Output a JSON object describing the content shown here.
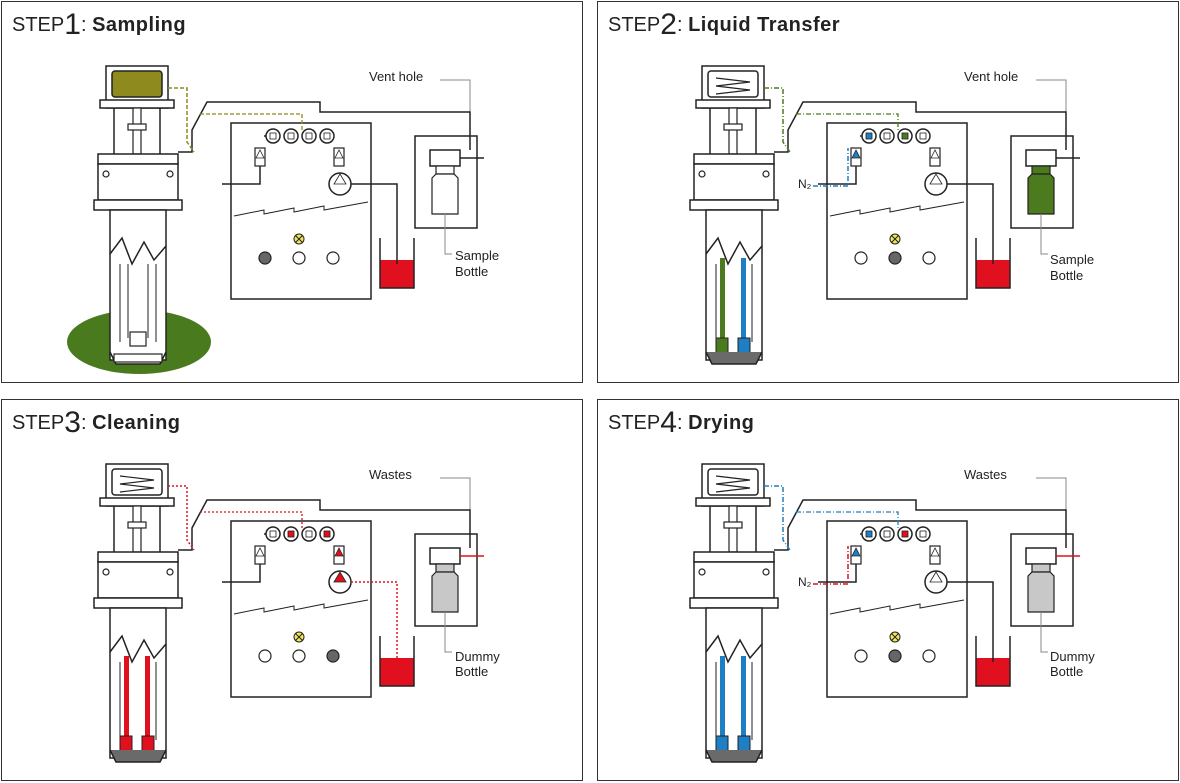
{
  "panels": [
    {
      "step_word": "STEP",
      "step_num": "1",
      "step_sep": ":",
      "name": "Sampling",
      "label_top": "Vent hole",
      "label_bottom_1": "Sample",
      "label_bottom_2": "Bottle",
      "n2": ""
    },
    {
      "step_word": "STEP",
      "step_num": "2",
      "step_sep": ":",
      "name": "Liquid Transfer",
      "label_top": "Vent hole",
      "label_bottom_1": "Sample",
      "label_bottom_2": "Bottle",
      "n2": "N₂"
    },
    {
      "step_word": "STEP",
      "step_num": "3",
      "step_sep": ":",
      "name": "Cleaning",
      "label_top": "Wastes",
      "label_bottom_1": "Dummy",
      "label_bottom_2": "Bottle",
      "n2": ""
    },
    {
      "step_word": "STEP",
      "step_num": "4",
      "step_sep": ":",
      "name": "Drying",
      "label_top": "Wastes",
      "label_bottom_1": "Dummy",
      "label_bottom_2": "Bottle",
      "n2": "N₂"
    }
  ],
  "colors": {
    "line": "#222222",
    "sample_olive": "#8f8a1e",
    "liquid_green": "#4c7a1e",
    "nitrogen_blue": "#1f7fc4",
    "cleaning_red": "#e0101e",
    "waste_red": "#e0101e",
    "ground_green": "#4a7a1e",
    "lamp_yellow": "#f2e65a",
    "bottle_grey": "#c8c8c8"
  }
}
